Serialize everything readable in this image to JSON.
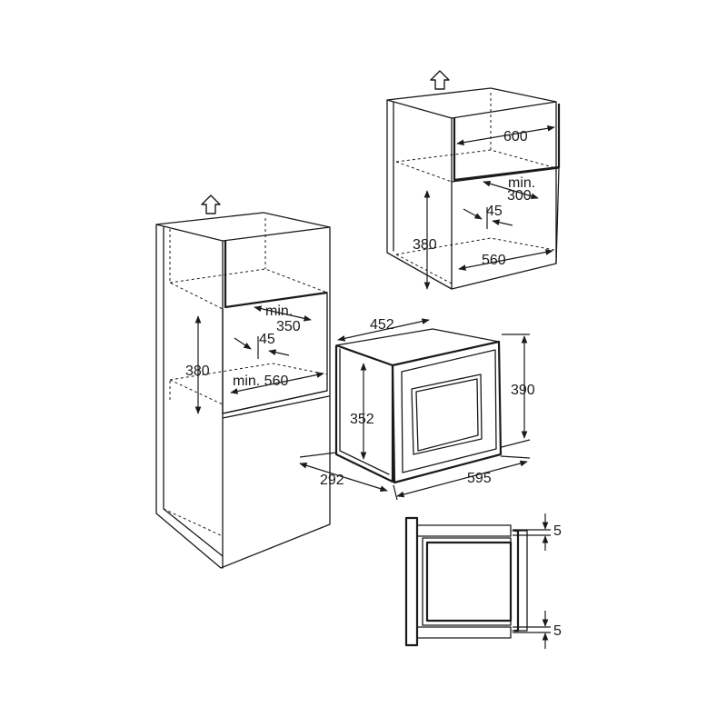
{
  "cabinet_tall": {
    "dim_depth_min": "min.",
    "dim_depth_value": "350",
    "dim_offset": "45",
    "dim_height": "380",
    "dim_width": "min. 560"
  },
  "cabinet_wall": {
    "dim_outer_width": "600",
    "dim_depth_min": "min.",
    "dim_depth_value": "300",
    "dim_offset": "45",
    "dim_height": "380",
    "dim_width": "560"
  },
  "oven": {
    "dim_body_depth": "452",
    "dim_front_height": "390",
    "dim_body_height": "352",
    "dim_front_width": "595",
    "dim_total_depth": "292"
  },
  "side_view": {
    "dim_top_gap": "5",
    "dim_bottom_gap": "5"
  },
  "icons": [
    "ventilation-arrow-icon",
    "ventilation-arrow-icon"
  ]
}
